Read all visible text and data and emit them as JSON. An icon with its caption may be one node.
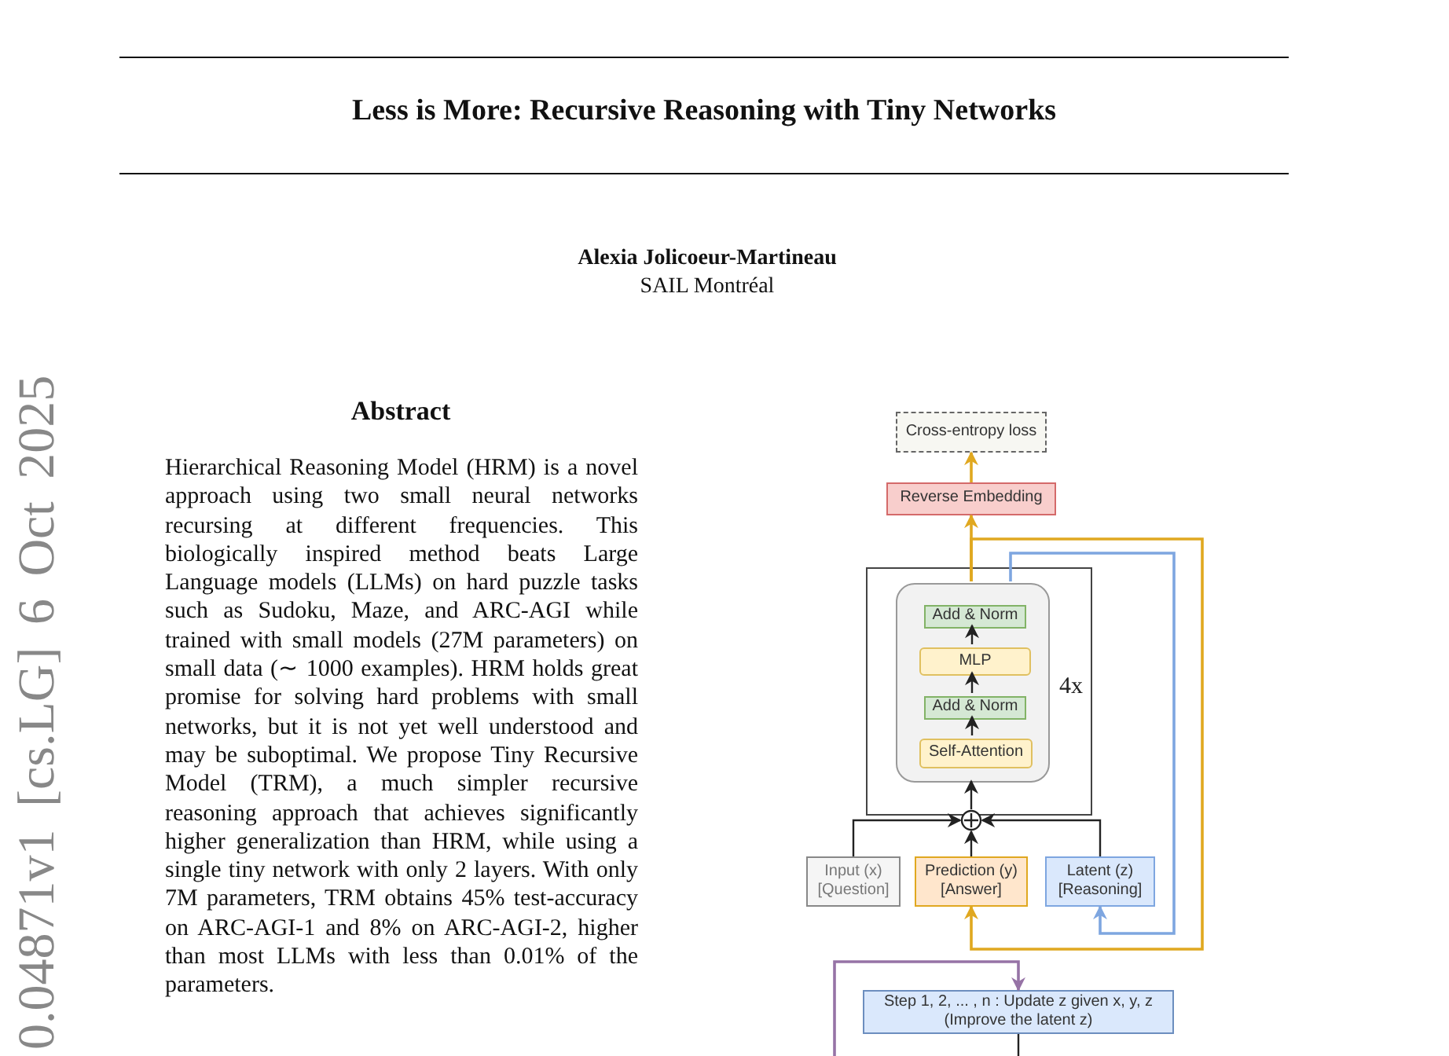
{
  "diagram": {
    "title": "Less is More: Recursive Reasoning with Tiny Networks",
    "nodes": [
      {
        "text": [
          "Cross-entropy loss"
        ]
      },
      {
        "text": [
          "Reverse Embedding"
        ]
      },
      {
        "text": [
          "4x"
        ]
      },
      {
        "text": [],
        "shape": "box",
        "in": 2
      },
      {
        "text": [
          "Add & Norm"
        ],
        "in": 3
      },
      {
        "text": [
          "MLP"
        ],
        "in": 3
      },
      {
        "text": [
          "Add & Norm"
        ],
        "in": 3
      },
      {
        "text": [
          "Self-Attention"
        ],
        "in": 3
      },
      {
        "text": [],
        "shape": "circle"
      },
      {
        "text": [
          "Input (x) [Question]"
        ]
      },
      {
        "text": [
          "Prediction (y) [Answer]"
        ]
      },
      {
        "text": [
          "Latent (z) [Reasoning]"
        ]
      },
      {
        "text": [
          "Step 1, 2, ... , n : Update z given x, y, z (Improve the latent z)"
        ]
      }
    ],
    "edges": [
      {
        "from": 7,
        "to": 6,
        "arrow": "to"
      },
      {
        "from": 6,
        "to": 5,
        "arrow": "to"
      },
      {
        "from": 5,
        "to": 4,
        "arrow": "to"
      },
      {
        "from": 8,
        "to": 3,
        "arrow": "to"
      },
      {
        "from": 9,
        "to": 8,
        "arrow": "to"
      },
      {
        "from": 10,
        "to": 8,
        "arrow": "to"
      },
      {
        "from": 11,
        "to": 8,
        "arrow": "to"
      },
      {
        "from": 3,
        "to": 1,
        "arrow": "to",
        "color": "#e0a820"
      },
      {
        "from": 1,
        "to": 0,
        "arrow": "to",
        "color": "#e0a820"
      },
      {
        "from": 3,
        "to": 10,
        "arrow": "to",
        "color": "#e0a820"
      },
      {
        "from": 3,
        "to": 11,
        "arrow": "to",
        "color": "#7ea6e0"
      },
      {
        "from": null,
        "to": 12,
        "arrow": "to",
        "color": "#9673a6"
      },
      {
        "from": 12,
        "to": null,
        "arrow": "none"
      }
    ],
    "labels": [
      "Alexia Jolicoeur-Martineau",
      "SAIL Montréal",
      "Abstract",
      "Hierarchical Reasoning Model (HRM) is a novel approach using two small neural networks recursing at different frequencies. This biologically inspired method beats Large Language models (LLMs) on hard puzzle tasks such as Sudoku, Maze, and ARC-AGI while trained with small models (27M parameters) on small data (∼ 1000 examples). HRM holds great promise for solving hard problems with small networks, but it is not yet well understood and may be suboptimal. We propose Tiny Recursive Model (TRM), a much simpler recursive reasoning approach that achieves significantly higher generalization than HRM, while using a single tiny network with only 2 layers. With only 7M parameters, TRM obtains 45% test-accuracy on ARC-AGI-1 and 8% on ARC-AGI-2, higher than most LLMs with less than 0.01% of the parameters.",
      "0.04871v1 [cs.LG] 6 Oct 2025"
    ]
  }
}
